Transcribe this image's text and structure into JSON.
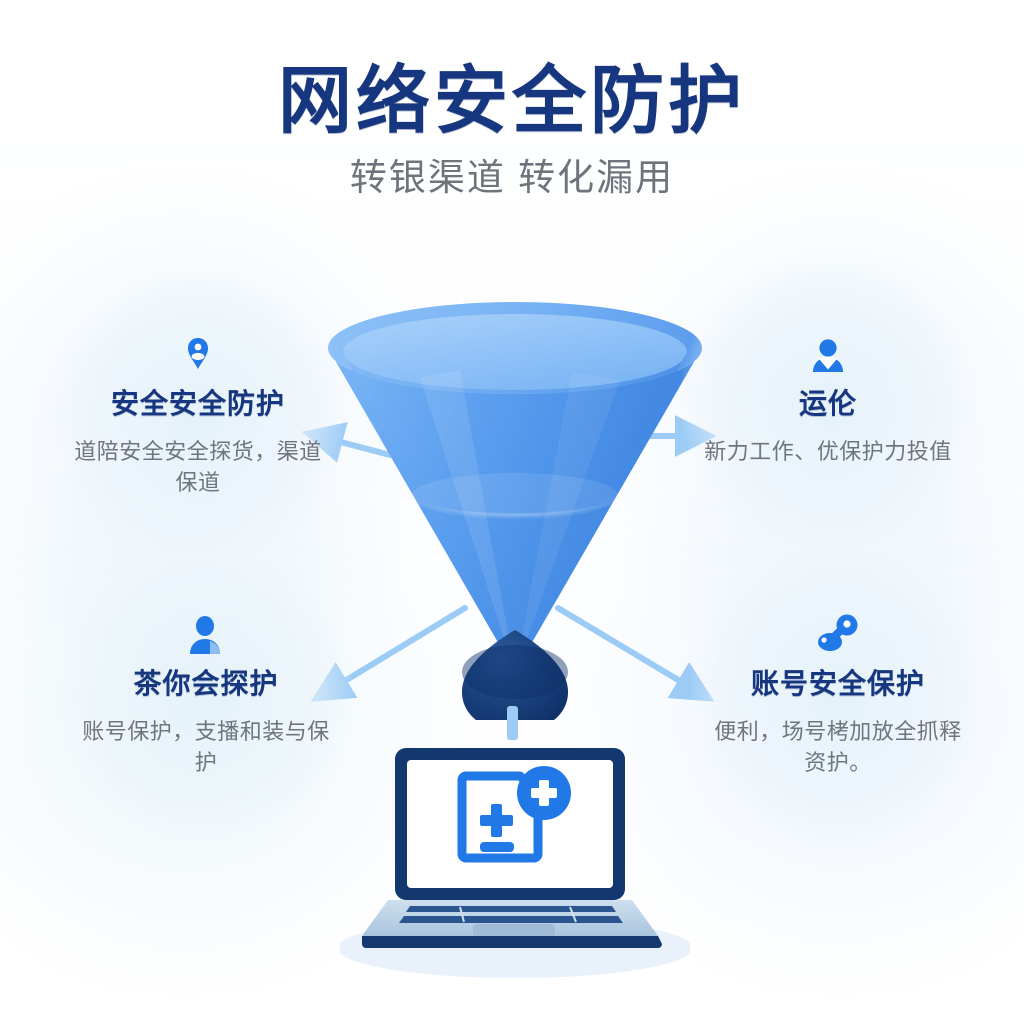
{
  "header": {
    "title": "网络安全防护",
    "subtitle": "转银渠道 转化漏用"
  },
  "colors": {
    "title_navy": "#16367f",
    "body_gray": "#70757d",
    "funnel_light": "#8cc0f7",
    "funnel_mid": "#4f95ea",
    "funnel_deep": "#2f6fd0",
    "droplet_navy": "#10336e",
    "arrow_blue": "#9ccbf5",
    "icon_blue": "#2179e8",
    "laptop_navy": "#13386f",
    "laptop_body": "#b8cfe4",
    "shadow_blue": "#e8f1fa",
    "blob_tint": "#e3f1f9"
  },
  "blocks": [
    {
      "position": "top-left",
      "icon": "location-person-pin-icon",
      "heading": "安全安全防护",
      "body": "道陪安全安全探货，渠道保道"
    },
    {
      "position": "top-right",
      "icon": "user-avatar-icon",
      "heading": "运伦",
      "body": "新力工作、优保护力投值"
    },
    {
      "position": "bottom-left",
      "icon": "user-profile-icon",
      "heading": "茶你会探护",
      "body": "账号保护，支播和装与保护"
    },
    {
      "position": "bottom-right",
      "icon": "key-icon",
      "heading": "账号安全保护",
      "body": "便利，场号栲加放全抓释资护。"
    }
  ],
  "center": {
    "funnel_label": "funnel-cone",
    "droplet_label": "droplet",
    "device_label": "laptop",
    "screen_icon": "document-plus-badge-icon"
  },
  "arrows": [
    {
      "name": "arrow-left",
      "direction": "left"
    },
    {
      "name": "arrow-right",
      "direction": "right"
    },
    {
      "name": "arrow-lower-left",
      "direction": "down-left"
    },
    {
      "name": "arrow-lower-right",
      "direction": "down-right"
    }
  ]
}
